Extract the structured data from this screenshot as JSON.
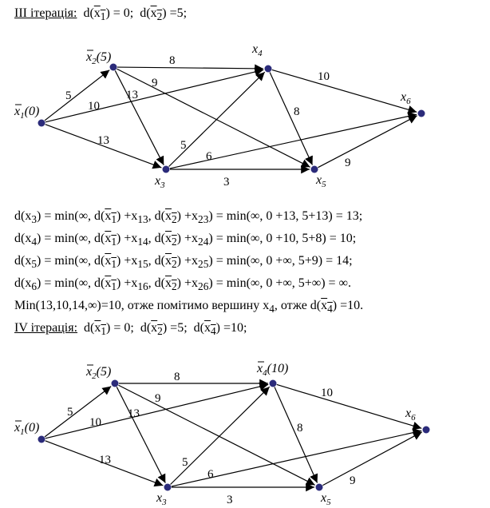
{
  "iter3": {
    "title": "ІІІ ітерація:",
    "d1_pre": "d(",
    "d1_x": "x",
    "d1_sub": "1",
    "d1_post": ") = 0;",
    "d2_pre": "d(",
    "d2_x": "x",
    "d2_sub": "2",
    "d2_post": ") =5;"
  },
  "calc": {
    "x3": {
      "a": "d(x",
      "a_sub": "3",
      "b": ") = min(∞,  d(",
      "c_x": "x",
      "c_sub": "1",
      "d": ") +x",
      "d_sub": "13",
      "e": ", d(",
      "f_x": "x",
      "f_sub": "2",
      "g": ") +x",
      "g_sub": "23",
      "h": ") = min(∞, 0 +13, 5+13) = 13;"
    },
    "x4": {
      "a": "d(x",
      "a_sub": "4",
      "b": ") = min(∞,  d(",
      "c_x": "x",
      "c_sub": "1",
      "d": ") +x",
      "d_sub": "14",
      "e": ", d(",
      "f_x": "x",
      "f_sub": "2",
      "g": ") +x",
      "g_sub": "24",
      "h": ") = min(∞, 0 +10, 5+8)  = 10;"
    },
    "x5": {
      "a": "d(x",
      "a_sub": "5",
      "b": ") = min(∞,  d(",
      "c_x": "x",
      "c_sub": "1",
      "d": ") +x",
      "d_sub": "15",
      "e": ", d(",
      "f_x": "x",
      "f_sub": "2",
      "g": ") +x",
      "g_sub": "25",
      "h": ") = min(∞,  0 +∞, 5+9) = 14;"
    },
    "x6": {
      "a": " d(x",
      "a_sub": "6",
      "b": ") = min(∞,  d(",
      "c_x": "x",
      "c_sub": "1",
      "d": ") +x",
      "d_sub": "16",
      "e": ", d(",
      "f_x": "x",
      "f_sub": "2",
      "g": ") +x",
      "g_sub": "26",
      "h": ") = min(∞,  0 +∞, 5+∞) = ∞."
    }
  },
  "summary": {
    "pre": "Min(13,10,14,∞)=10, отже помітимо вершину x",
    "sub": "4",
    "mid": ", отже  d(",
    "x": "x",
    "x_sub": "4",
    "post": ") =10."
  },
  "iter4": {
    "title": "IV ітерація:",
    "d1_pre": "d(",
    "d1_x": "x",
    "d1_sub": "1",
    "d1_post": ") = 0;",
    "d2_pre": "d(",
    "d2_x": "x",
    "d2_sub": "2",
    "d2_post": ") =5;",
    "d4_pre": "d(",
    "d4_x": "x",
    "d4_sub": "4",
    "d4_post": ") =10;"
  },
  "graph1": {
    "labels": {
      "x1": {
        "x": "x",
        "sub": "1",
        "rest": "(0)"
      },
      "x2": {
        "x": "x",
        "sub": "2",
        "rest": "(5)"
      },
      "x3": {
        "x": "x",
        "sub": "3",
        "rest": ""
      },
      "x4": {
        "x": "x",
        "sub": "4",
        "rest": ""
      },
      "x5": {
        "x": "x",
        "sub": "5",
        "rest": ""
      },
      "x6": {
        "x": "x",
        "sub": "6",
        "rest": ""
      }
    },
    "weights": {
      "w12": "5",
      "w14": "10",
      "w13": "13",
      "w24": "8",
      "w25": "9",
      "w23": "13",
      "w34": "5",
      "w36": "6",
      "w35": "3",
      "w46": "10",
      "w45": "8",
      "w56": "9"
    }
  },
  "graph2": {
    "labels": {
      "x1": {
        "x": "x",
        "sub": "1",
        "rest": "(0)"
      },
      "x2": {
        "x": "x",
        "sub": "2",
        "rest": "(5)"
      },
      "x3": {
        "x": "x",
        "sub": "3",
        "rest": ""
      },
      "x4": {
        "x": "x",
        "sub": "4",
        "rest": "(10)"
      },
      "x5": {
        "x": "x",
        "sub": "5",
        "rest": ""
      },
      "x6": {
        "x": "x",
        "sub": "6",
        "rest": ""
      }
    },
    "weights": {
      "w12": "5",
      "w14": "10",
      "w13": "13",
      "w24": "8",
      "w25": "9",
      "w23": "13",
      "w34": "5",
      "w36": "6",
      "w35": "3",
      "w46": "10",
      "w45": "8",
      "w56": "9"
    }
  },
  "colors": {
    "node": "#2b2b7a",
    "edge": "#000000"
  }
}
